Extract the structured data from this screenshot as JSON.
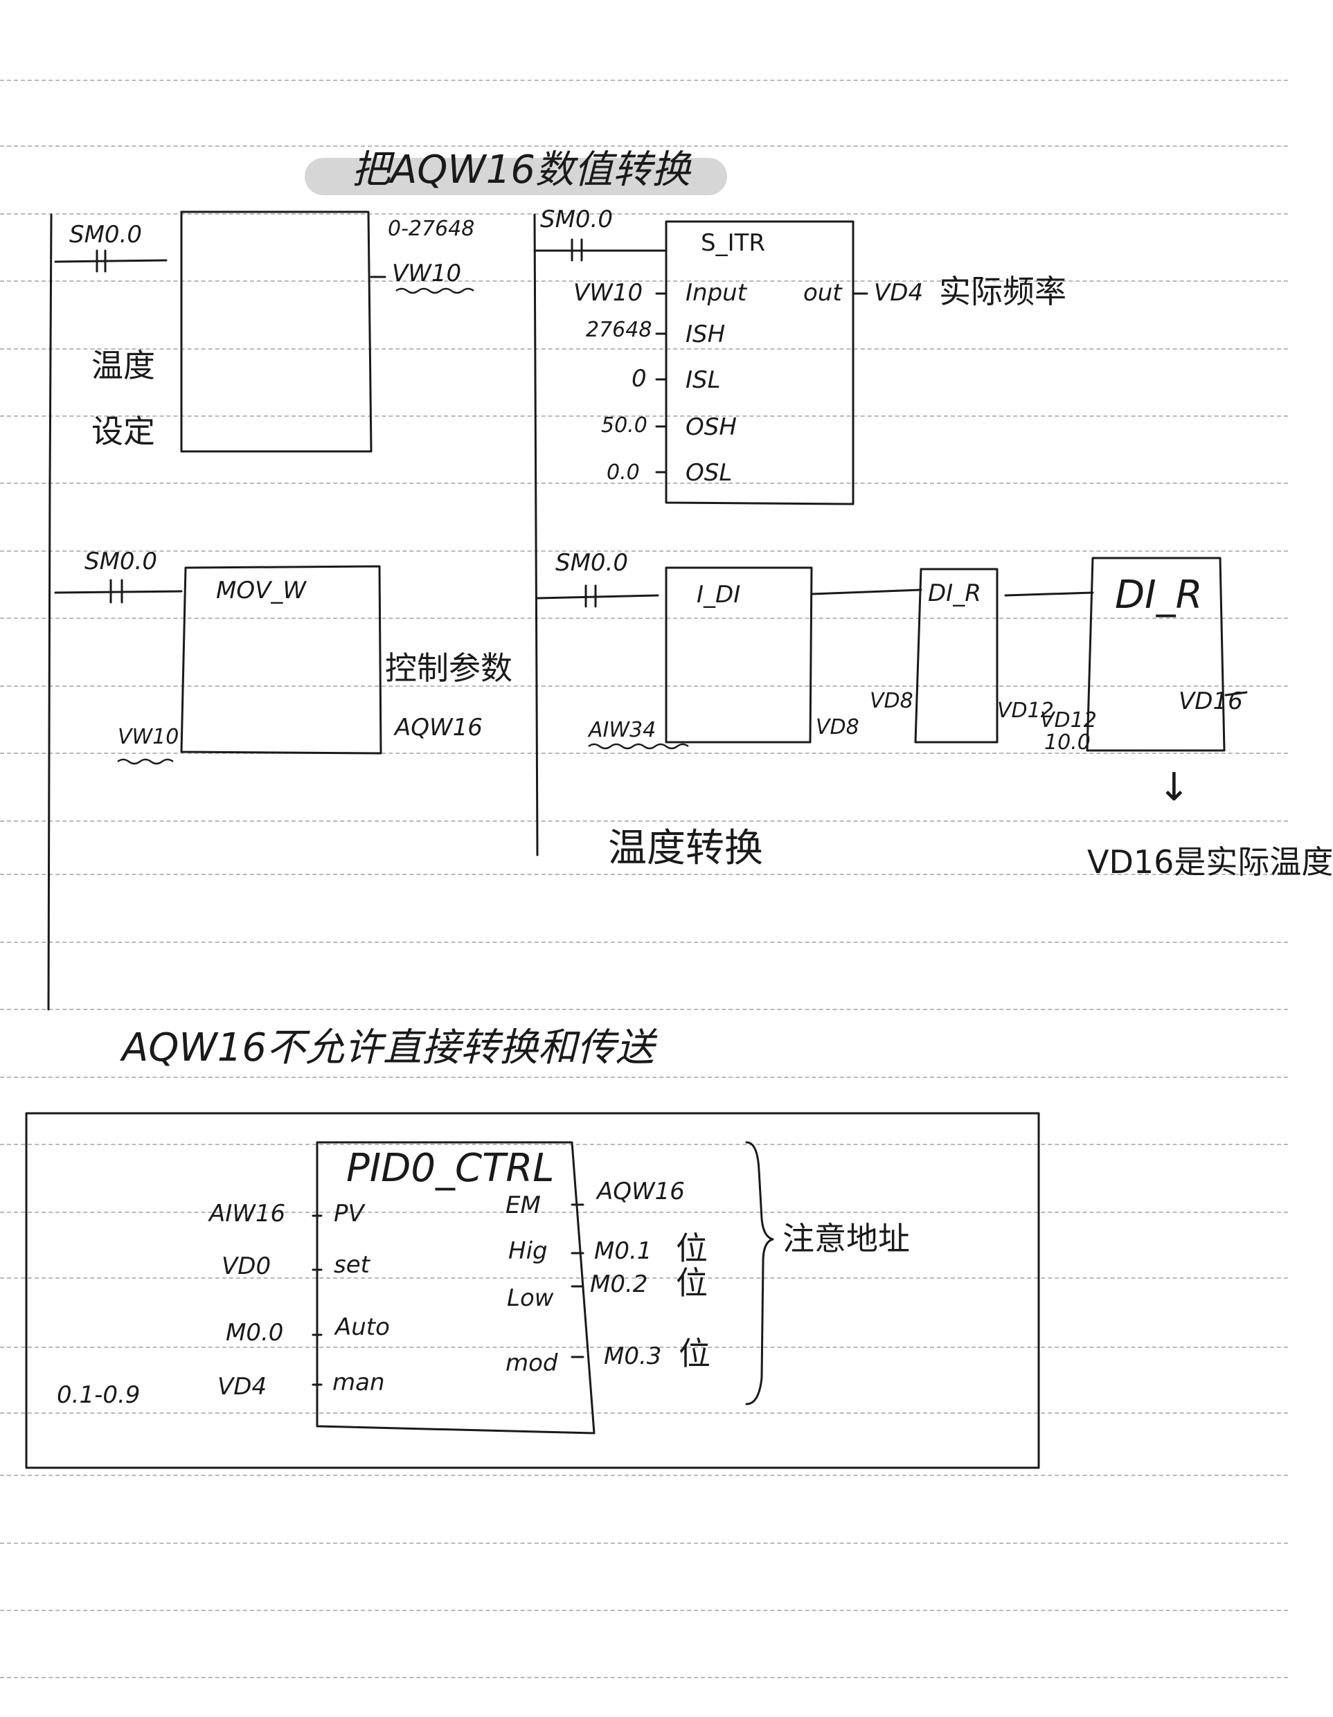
{
  "titles": {
    "top": "把AQW16数值转换",
    "middle": "AQW16不允许直接转换和传送"
  },
  "rung1": {
    "contact": "SM0.0",
    "range": "0-27648",
    "output": "VW10",
    "note_line1": "温度",
    "note_line2": "设定"
  },
  "rung2": {
    "contact": "SM0.0",
    "block": "S_ITR",
    "in_input": "VW10",
    "pin_input": "Input",
    "in_ish": "27648",
    "pin_ish": "ISH",
    "in_isl": "0",
    "pin_isl": "ISL",
    "in_osh": "50.0",
    "pin_osh": "OSH",
    "in_osl": "0.0",
    "pin_osl": "OSL",
    "pin_out": "out",
    "out_value": "VD4",
    "out_note": "实际频率"
  },
  "rung3": {
    "contact": "SM0.0",
    "block": "MOV_W",
    "input": "VW10",
    "note": "控制参数",
    "output": "AQW16"
  },
  "rung4": {
    "contact": "SM0.0",
    "block1": "I_DI",
    "input": "AIW34",
    "out1": "VD8",
    "block2": "DI_R",
    "in2": "VD8",
    "out2": "VD12",
    "block3": "DI_R",
    "in3a": "VD12",
    "in3b": "10.0",
    "out3": "VD16",
    "arrow": "↓",
    "result_note": "VD16是实际温度",
    "caption": "温度转换"
  },
  "pid": {
    "block": "PID0_CTRL",
    "in_pv": "AIW16",
    "pin_pv": "PV",
    "in_set": "VD0",
    "pin_set": "set",
    "in_auto": "M0.0",
    "pin_auto": "Auto",
    "in_man": "VD4",
    "pin_man": "man",
    "range": "0.1-0.9",
    "pin_em": "EM",
    "out_em": "AQW16",
    "pin_hig": "Hig",
    "out_hig": "M0.1",
    "pin_low": "Low",
    "out_low": "M0.2",
    "pin_mod": "mod",
    "out_mod": "M0.3",
    "bit": "位",
    "note": "注意地址"
  }
}
